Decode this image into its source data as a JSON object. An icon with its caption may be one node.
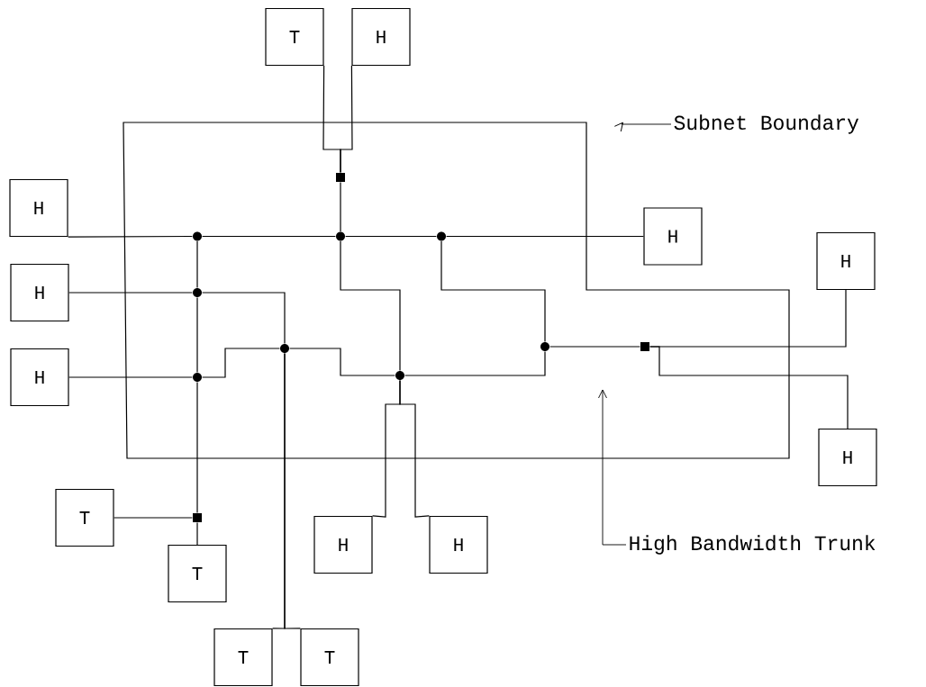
{
  "diagram": {
    "nodes": [
      {
        "text": [
          "T"
        ]
      },
      {
        "text": [
          "H"
        ]
      },
      {
        "text": [
          "Subnet Boundary"
        ]
      },
      {
        "text": [],
        "shape": "polygon"
      },
      {
        "text": [],
        "shape": "square",
        "in": 3
      },
      {
        "text": [
          "H"
        ]
      },
      {
        "text": [],
        "shape": "dot",
        "in": 3
      },
      {
        "text": [],
        "shape": "dot",
        "in": 3
      },
      {
        "text": [],
        "shape": "dot",
        "in": 3
      },
      {
        "text": [
          "H"
        ]
      },
      {
        "text": [
          "H"
        ]
      },
      {
        "text": [
          "H"
        ]
      },
      {
        "text": [],
        "shape": "dot",
        "in": 3
      },
      {
        "text": [],
        "shape": "dot",
        "in": 3
      },
      {
        "text": [],
        "shape": "dot",
        "in": 3
      },
      {
        "text": [],
        "shape": "square",
        "in": 3
      },
      {
        "text": [
          "H"
        ]
      },
      {
        "text": [],
        "shape": "dot",
        "in": 3
      },
      {
        "text": [],
        "shape": "dot",
        "in": 3
      },
      {
        "text": [
          "H"
        ]
      },
      {
        "text": [
          "T"
        ]
      },
      {
        "text": [],
        "shape": "square"
      },
      {
        "text": [
          "H"
        ]
      },
      {
        "text": [
          "H"
        ]
      },
      {
        "text": [
          "High Bandwidth Trunk"
        ]
      },
      {
        "text": [
          "T"
        ]
      },
      {
        "text": [
          "T"
        ]
      },
      {
        "text": [
          "T"
        ]
      }
    ],
    "edges": [
      {
        "from": 0,
        "to": 4,
        "arrow": "none"
      },
      {
        "from": 1,
        "to": 4,
        "arrow": "none"
      },
      {
        "from": 4,
        "to": 7,
        "arrow": "none"
      },
      {
        "from": 5,
        "to": 6,
        "arrow": "none"
      },
      {
        "from": 6,
        "to": 7,
        "arrow": "none"
      },
      {
        "from": 7,
        "to": 8,
        "arrow": "none"
      },
      {
        "from": 8,
        "to": 9,
        "arrow": "none"
      },
      {
        "from": 6,
        "to": 12,
        "arrow": "none"
      },
      {
        "from": 12,
        "to": 17,
        "arrow": "none"
      },
      {
        "from": 17,
        "to": 21,
        "arrow": "none"
      },
      {
        "from": 11,
        "to": 12,
        "arrow": "none"
      },
      {
        "from": 12,
        "to": 13,
        "arrow": "none"
      },
      {
        "from": 16,
        "to": 17,
        "arrow": "none"
      },
      {
        "from": 17,
        "to": 13,
        "arrow": "none"
      },
      {
        "from": 13,
        "to": 18,
        "arrow": "none"
      },
      {
        "from": 13,
        "to": 26,
        "arrow": "none"
      },
      {
        "from": 13,
        "to": 27,
        "arrow": "none"
      },
      {
        "from": 7,
        "to": 18,
        "arrow": "none"
      },
      {
        "from": 8,
        "to": 14,
        "arrow": "none"
      },
      {
        "from": 18,
        "to": 14,
        "arrow": "none"
      },
      {
        "from": 18,
        "to": 22,
        "arrow": "none"
      },
      {
        "from": 18,
        "to": 23,
        "arrow": "none"
      },
      {
        "from": 14,
        "to": 15,
        "arrow": "none"
      },
      {
        "from": 15,
        "to": 10,
        "arrow": "none"
      },
      {
        "from": 15,
        "to": 19,
        "arrow": "none"
      },
      {
        "from": 21,
        "to": 20,
        "arrow": "none"
      },
      {
        "from": 21,
        "to": 25,
        "arrow": "none"
      },
      {
        "from": 2,
        "to": 3,
        "arrow": "to"
      },
      {
        "from": 24,
        "to": null,
        "arrow": "to"
      }
    ]
  }
}
